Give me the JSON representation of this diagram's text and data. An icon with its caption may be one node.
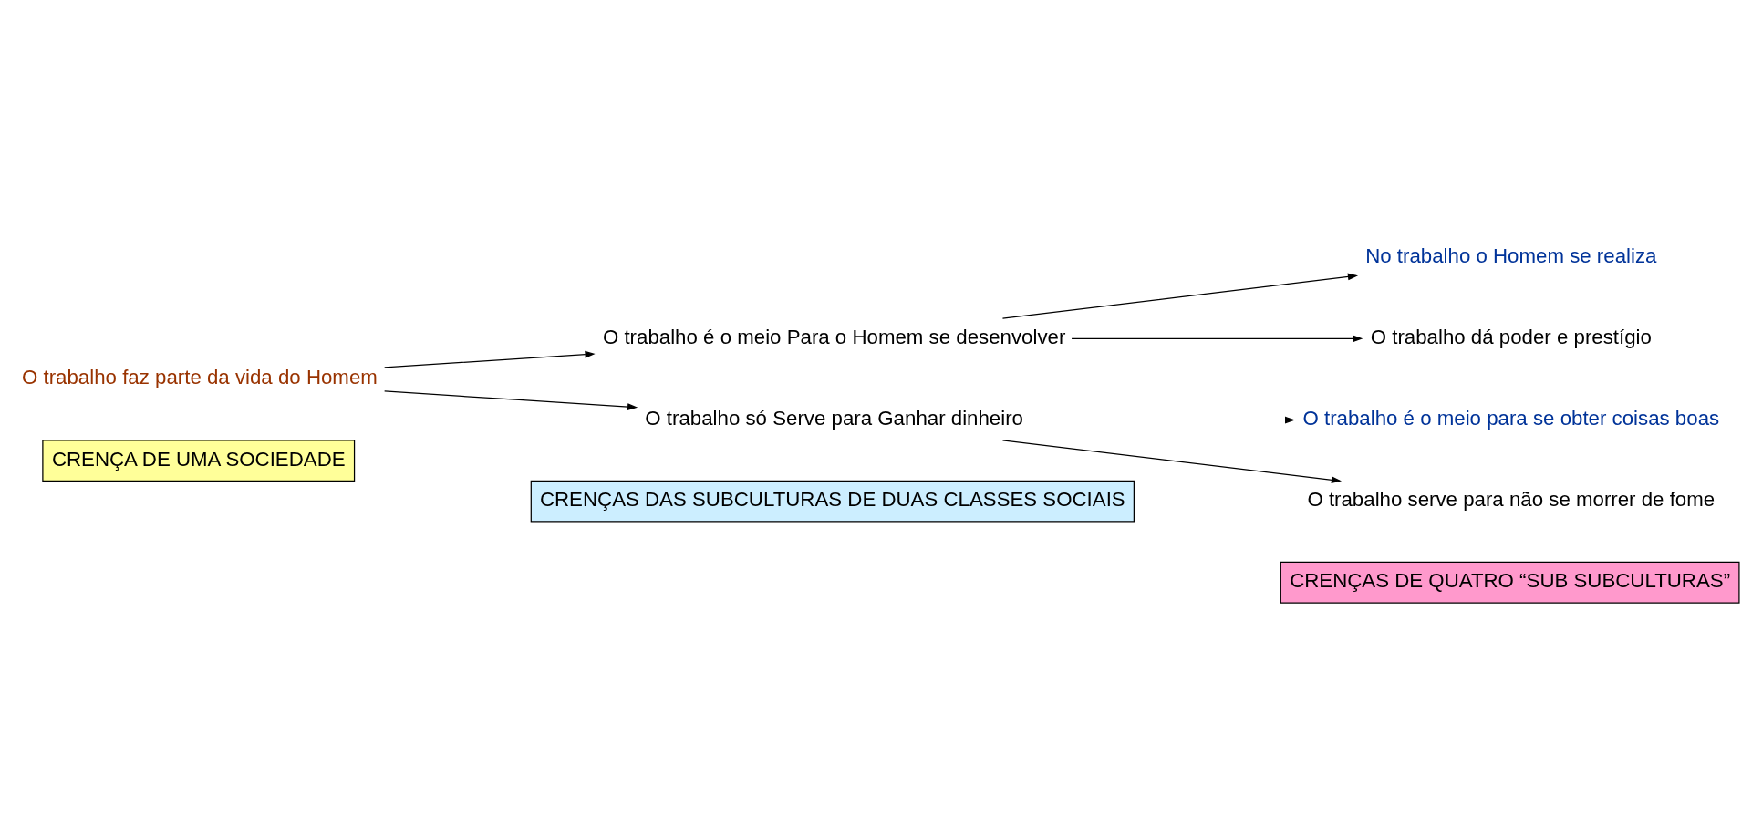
{
  "diagram": {
    "nodes": [
      {
        "text": [
          "CRENÇA DE UMA SOCIEDADE"
        ]
      },
      {
        "text": [
          "CRENÇAS DAS SUBCULTURAS DE DUAS CLASSES SOCIAIS"
        ]
      },
      {
        "text": [
          "CRENÇAS DE QUATRO “SUB SUBCULTURAS”"
        ]
      },
      {
        "text": [
          "O trabalho faz parte da vida do Homem"
        ]
      },
      {
        "text": [
          "O trabalho é o meio Para o Homem se desenvolver"
        ]
      },
      {
        "text": [
          "O trabalho só Serve para Ganhar dinheiro"
        ]
      },
      {
        "text": [
          "No trabalho o Homem se realiza"
        ]
      },
      {
        "text": [
          "O trabalho dá poder e prestígio"
        ]
      },
      {
        "text": [
          "O trabalho é o meio para se obter coisas boas"
        ]
      },
      {
        "text": [
          "O trabalho serve para não se morrer de fome"
        ]
      }
    ],
    "edges": [
      {
        "from": 3,
        "to": 4,
        "arrow": "to"
      },
      {
        "from": 3,
        "to": 5,
        "arrow": "to"
      },
      {
        "from": 4,
        "to": 6,
        "arrow": "to"
      },
      {
        "from": 4,
        "to": 7,
        "arrow": "to"
      },
      {
        "from": 5,
        "to": 8,
        "arrow": "to"
      },
      {
        "from": 5,
        "to": 9,
        "arrow": "to"
      }
    ]
  }
}
